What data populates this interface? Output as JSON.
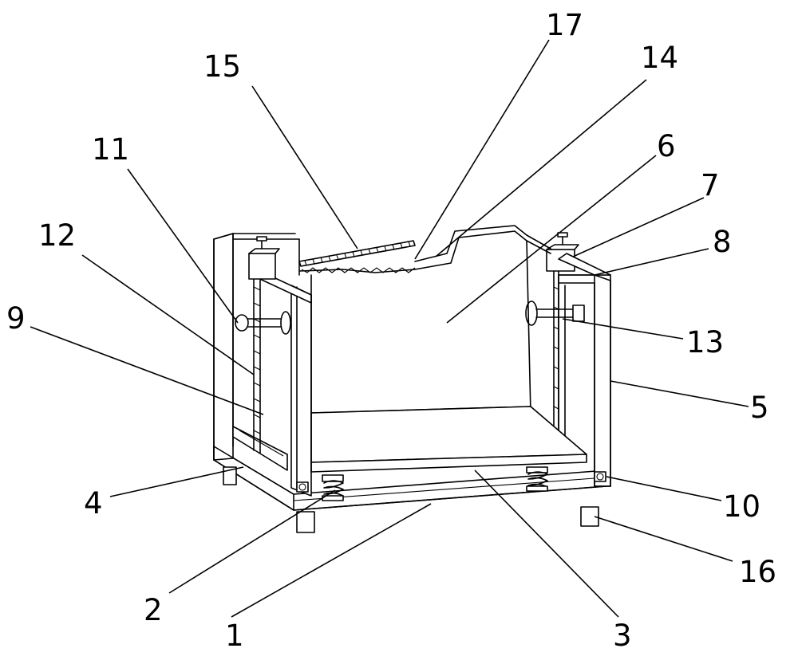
{
  "figure": {
    "callouts": [
      {
        "id": "1",
        "label": "1"
      },
      {
        "id": "2",
        "label": "2"
      },
      {
        "id": "3",
        "label": "3"
      },
      {
        "id": "4",
        "label": "4"
      },
      {
        "id": "5",
        "label": "5"
      },
      {
        "id": "6",
        "label": "6"
      },
      {
        "id": "7",
        "label": "7"
      },
      {
        "id": "8",
        "label": "8"
      },
      {
        "id": "9",
        "label": "9"
      },
      {
        "id": "10",
        "label": "10"
      },
      {
        "id": "11",
        "label": "11"
      },
      {
        "id": "12",
        "label": "12"
      },
      {
        "id": "13",
        "label": "13"
      },
      {
        "id": "14",
        "label": "14"
      },
      {
        "id": "15",
        "label": "15"
      },
      {
        "id": "16",
        "label": "16"
      },
      {
        "id": "17",
        "label": "17"
      }
    ],
    "line_color": "#000000",
    "background": "#ffffff"
  }
}
